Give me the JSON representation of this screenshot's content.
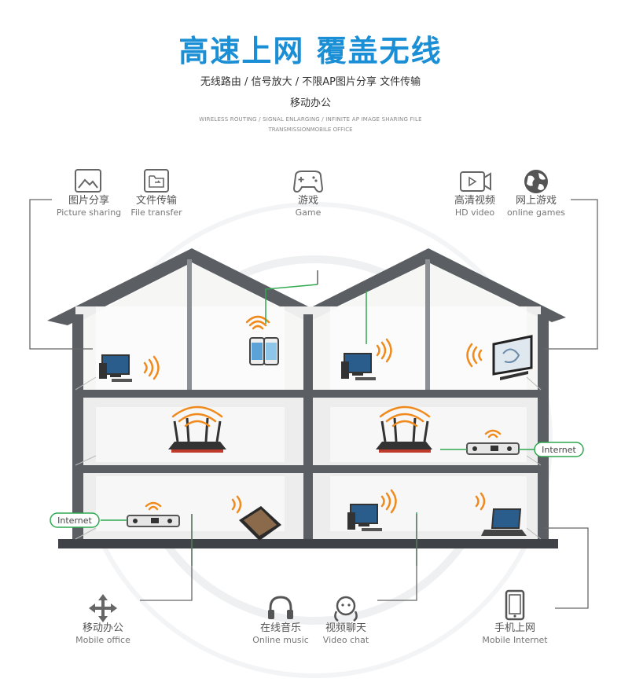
{
  "header": {
    "title": "高速上网 覆盖无线",
    "subtitle_line1": "无线路由 / 信号放大 / 不限AP图片分享 文件传输",
    "subtitle_line2": "移动办公",
    "english_line1": "WIRELESS ROUTING / SIGNAL ENLARGING / INFINITE AP IMAGE SHARING FILE",
    "english_line2": "TRANSMISSIONMOBILE OFFICE"
  },
  "features": {
    "picture_sharing": {
      "zh": "图片分享",
      "en": "Picture sharing",
      "icon": "image-icon"
    },
    "file_transfer": {
      "zh": "文件传输",
      "en": "File transfer",
      "icon": "folder-icon"
    },
    "game": {
      "zh": "游戏",
      "en": "Game",
      "icon": "gamepad-icon"
    },
    "hd_video": {
      "zh": "高清视频",
      "en": "HD video",
      "icon": "video-icon"
    },
    "online_games": {
      "zh": "网上游戏",
      "en": "online games",
      "icon": "globe-icon"
    },
    "mobile_office": {
      "zh": "移动办公",
      "en": "Mobile office",
      "icon": "move-icon"
    },
    "online_music": {
      "zh": "在线音乐",
      "en": "Online music",
      "icon": "headphones-icon"
    },
    "video_chat": {
      "zh": "视频聊天",
      "en": "Video chat",
      "icon": "chat-icon"
    },
    "mobile_internet": {
      "zh": "手机上网",
      "en": "Mobile Internet",
      "icon": "phone-icon"
    }
  },
  "house": {
    "internet_left": "Internet",
    "internet_right": "Internet"
  },
  "colors": {
    "title_blue": "#1a8fd6",
    "house_wall": "#5a5e63",
    "connector_green": "#2fa84f",
    "wifi_orange": "#f08a1c"
  }
}
